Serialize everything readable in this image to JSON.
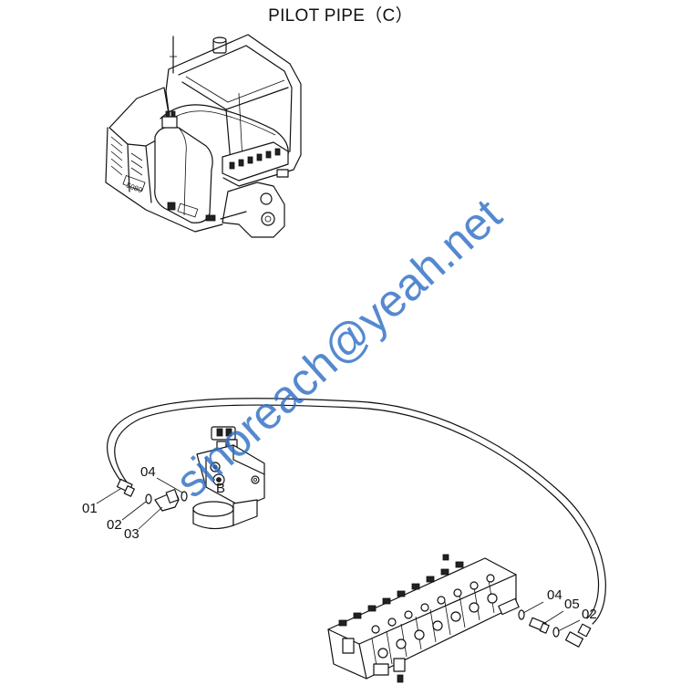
{
  "title": "PILOT PIPE（C）",
  "watermark": "sinoreach@yeah.net",
  "colors": {
    "line": "#111111",
    "watermark": "#2f6fc4",
    "background": "#ffffff"
  },
  "callouts": {
    "left": {
      "p01": "01",
      "p02": "02",
      "p03": "03",
      "p04": "04"
    },
    "right": {
      "p04": "04",
      "p05": "05",
      "p02": "02"
    }
  },
  "port_label": "B"
}
